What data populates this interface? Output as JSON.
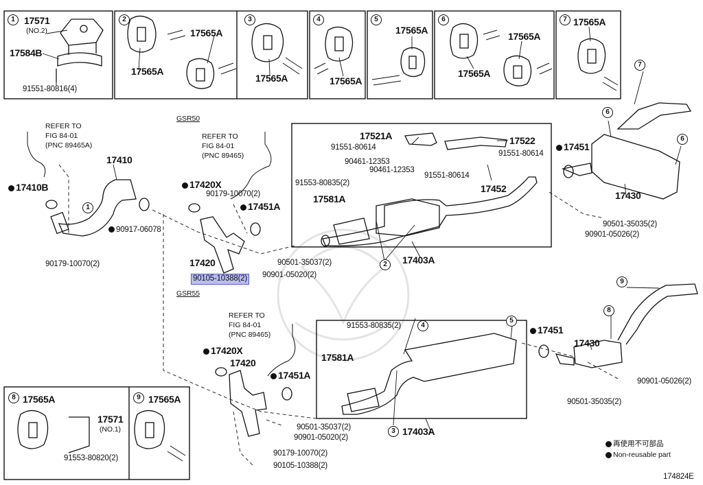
{
  "diagram": {
    "figure_code": "174824E",
    "group_labels": {
      "gsr50": "GSR50",
      "gsr55": "GSR55"
    },
    "legend": {
      "japanese": "再使用不可部品",
      "english": "Non-reusable part"
    },
    "inset_numbers": [
      "1",
      "2",
      "3",
      "4",
      "5",
      "6",
      "7",
      "8",
      "9"
    ],
    "callout_numbers": [
      "1",
      "2",
      "3",
      "4",
      "5",
      "6",
      "7",
      "8",
      "9"
    ],
    "insets": {
      "i1": {
        "p1": "17571",
        "p1_sub": "(NO.2)",
        "p2": "17584B",
        "p3": "91551-80816(4)"
      },
      "i2": {
        "p1": "17565A",
        "p2": "17565A"
      },
      "i3": {
        "p1": "17565A"
      },
      "i4": {
        "p1": "17565A"
      },
      "i5": {
        "p1": "17565A"
      },
      "i6": {
        "p1": "17565A",
        "p2": "17565A"
      },
      "i7": {
        "p1": "17565A"
      },
      "i8": {
        "p1": "17565A",
        "p2": "17571",
        "p2_sub": "(NO.1)",
        "p3": "91553-80820(2)"
      },
      "i9": {
        "p1": "17565A"
      }
    },
    "refs": {
      "left": [
        "REFER TO",
        "FIG 84-01",
        "(PNC 89465A)"
      ],
      "top": [
        "REFER TO",
        "FIG 84-01",
        "(PNC 89465)"
      ],
      "bottom": [
        "REFER TO",
        "FIG 84-01",
        "(PNC 89465)"
      ]
    },
    "parts": {
      "p17410": "17410",
      "p17410b": "17410B",
      "p90917": "90917-06078",
      "p90179_left": "90179-10070(2)",
      "p17420x_top": "17420X",
      "p90179_top": "90179-10070(2)",
      "p17451a_top": "17451A",
      "p17420_top": "17420",
      "p90501_top": "90501-35037(2)",
      "p90105_top": "90105-10388(2)",
      "p90901_top": "90901-05020(2)",
      "p17521a": "17521A",
      "p17522": "17522",
      "p91551_a": "91551-80614",
      "p91551_b": "91551-80614",
      "p91551_c": "91551-80614",
      "p90461_a": "90461-12353",
      "p90461_b": "90461-12353",
      "p91553_top": "91553-80835(2)",
      "p17452": "17452",
      "p17581a_top": "17581A",
      "p17403a_top": "17403A",
      "p17451_top": "17451",
      "p17430_top": "17430",
      "p90501_right": "90501-35035(2)",
      "p90901_right": "90901-05026(2)",
      "p17420x_bot": "17420X",
      "p17420_bot": "17420",
      "p17451a_bot": "17451A",
      "p91553_bot": "91553-80835(2)",
      "p17581a_bot": "17581A",
      "p17403a_bot": "17403A",
      "p17451_bot": "17451",
      "p17430_bot": "17430",
      "p90901_bot_r": "90901-05026(2)",
      "p90501_bot_r": "90501-35035(2)",
      "p90501_bot": "90501-35037(2)",
      "p90901_bot": "90901-05020(2)",
      "p90179_bot": "90179-10070(2)",
      "p90105_bot": "90105-10388(2)"
    }
  }
}
